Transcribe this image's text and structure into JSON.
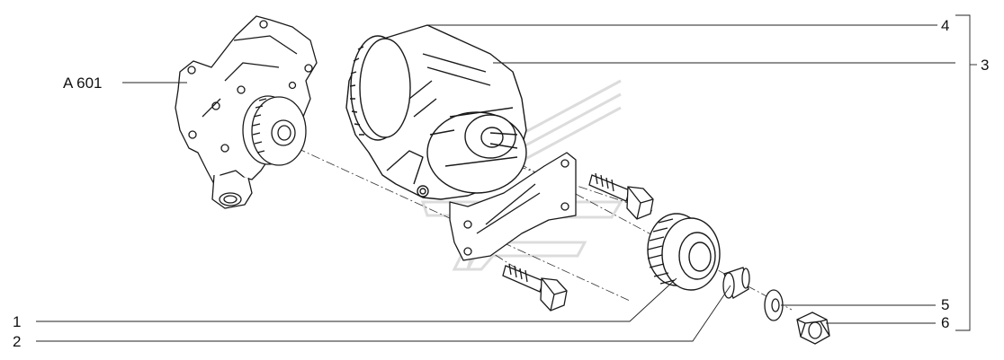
{
  "callouts": {
    "part_1": "1",
    "part_2": "2",
    "part_3": "3",
    "part_4": "4",
    "part_5": "5",
    "part_6": "6",
    "assembly": "A 601"
  },
  "colors": {
    "line": "#1a1a1a",
    "leader": "#222222",
    "watermark": "#dcdcdc"
  }
}
